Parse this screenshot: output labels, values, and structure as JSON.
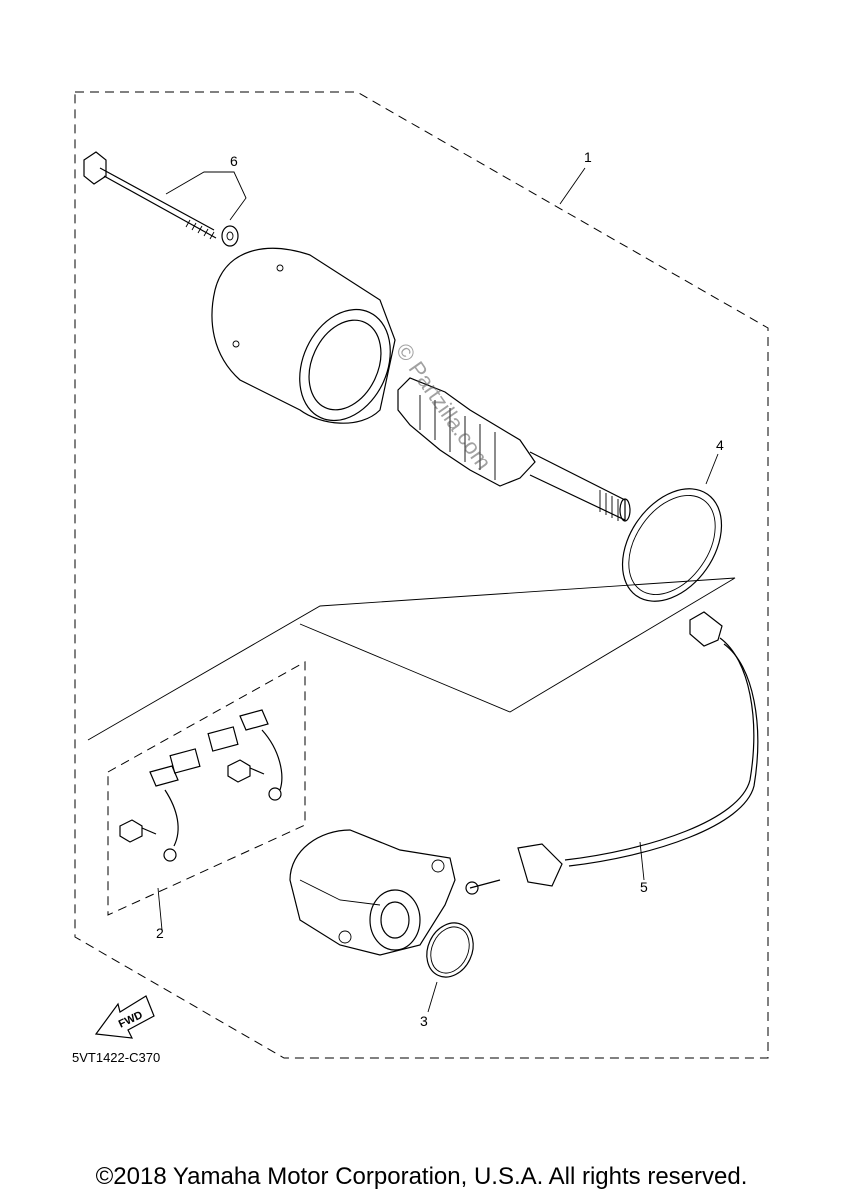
{
  "diagram": {
    "callouts": [
      {
        "id": "1",
        "text": "1"
      },
      {
        "id": "2",
        "text": "2"
      },
      {
        "id": "3",
        "text": "3"
      },
      {
        "id": "4",
        "text": "4"
      },
      {
        "id": "5",
        "text": "5"
      },
      {
        "id": "6",
        "text": "6"
      }
    ],
    "fwd_label": "FWD",
    "diagram_code": "5VT1422-C370",
    "watermark": "© Partzilla.com"
  },
  "footer": {
    "copyright": "©2018 Yamaha Motor Corporation, U.S.A. All rights reserved."
  }
}
